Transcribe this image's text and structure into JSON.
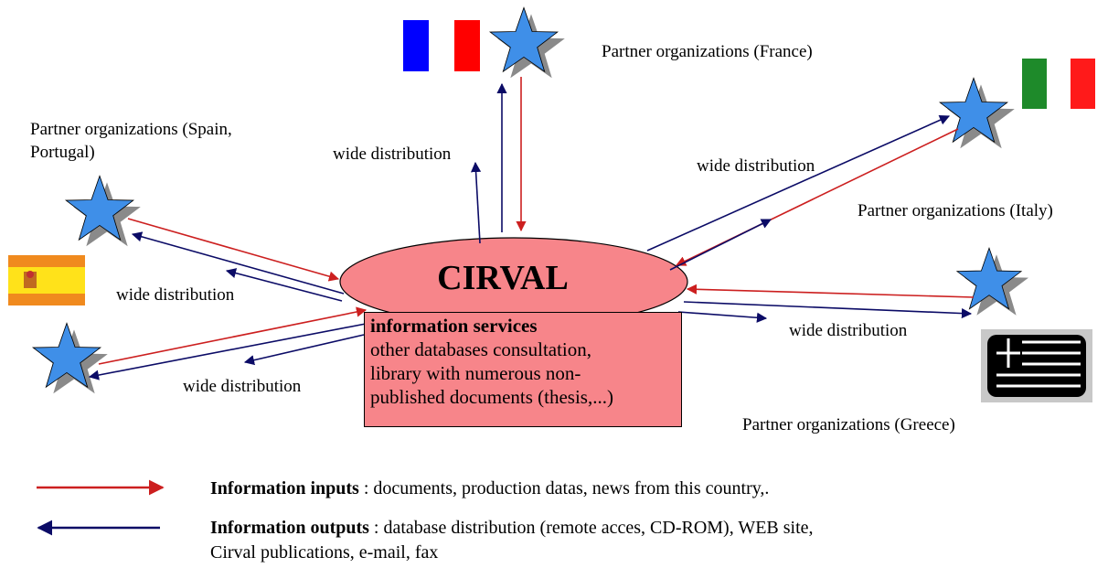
{
  "center": {
    "title": "CIRVAL",
    "heading": "information services",
    "lines": [
      "other databases consultation,",
      "library with numerous non-",
      "published documents (thesis,...)"
    ]
  },
  "partners": {
    "france": "Partner organizations (France)",
    "italy": "Partner organizations (Italy)",
    "greece": "Partner organizations (Greece)",
    "spain_line1": "Partner organizations (Spain,",
    "spain_line2": "Portugal)"
  },
  "distribution_label": "wide distribution",
  "legend": {
    "inputs_title": "Information inputs",
    "inputs_text": " : documents, production datas, news from this country,.",
    "outputs_title": "Information outputs",
    "outputs_text_1": " : database distribution (remote acces, CD-ROM), WEB site,",
    "outputs_text_2": "Cirval publications, e-mail, fax"
  },
  "colors": {
    "input_arrow": "#cc1f1f",
    "output_arrow": "#0b0b66",
    "star_fill": "#3f8fe8",
    "ellipse_fill": "#f7858a"
  }
}
